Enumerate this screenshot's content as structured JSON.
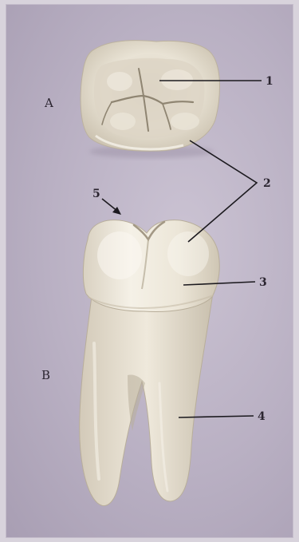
{
  "labels": {
    "view_a": "A",
    "view_b": "B",
    "n1": "1",
    "n2": "2",
    "n3": "3",
    "n4": "4",
    "n5": "5"
  },
  "colors": {
    "background": "#b9b0c3",
    "enamel": "#f1ece0",
    "enamel_shadow": "#cfc6b4",
    "leader_lines": "#1c1a1f"
  }
}
